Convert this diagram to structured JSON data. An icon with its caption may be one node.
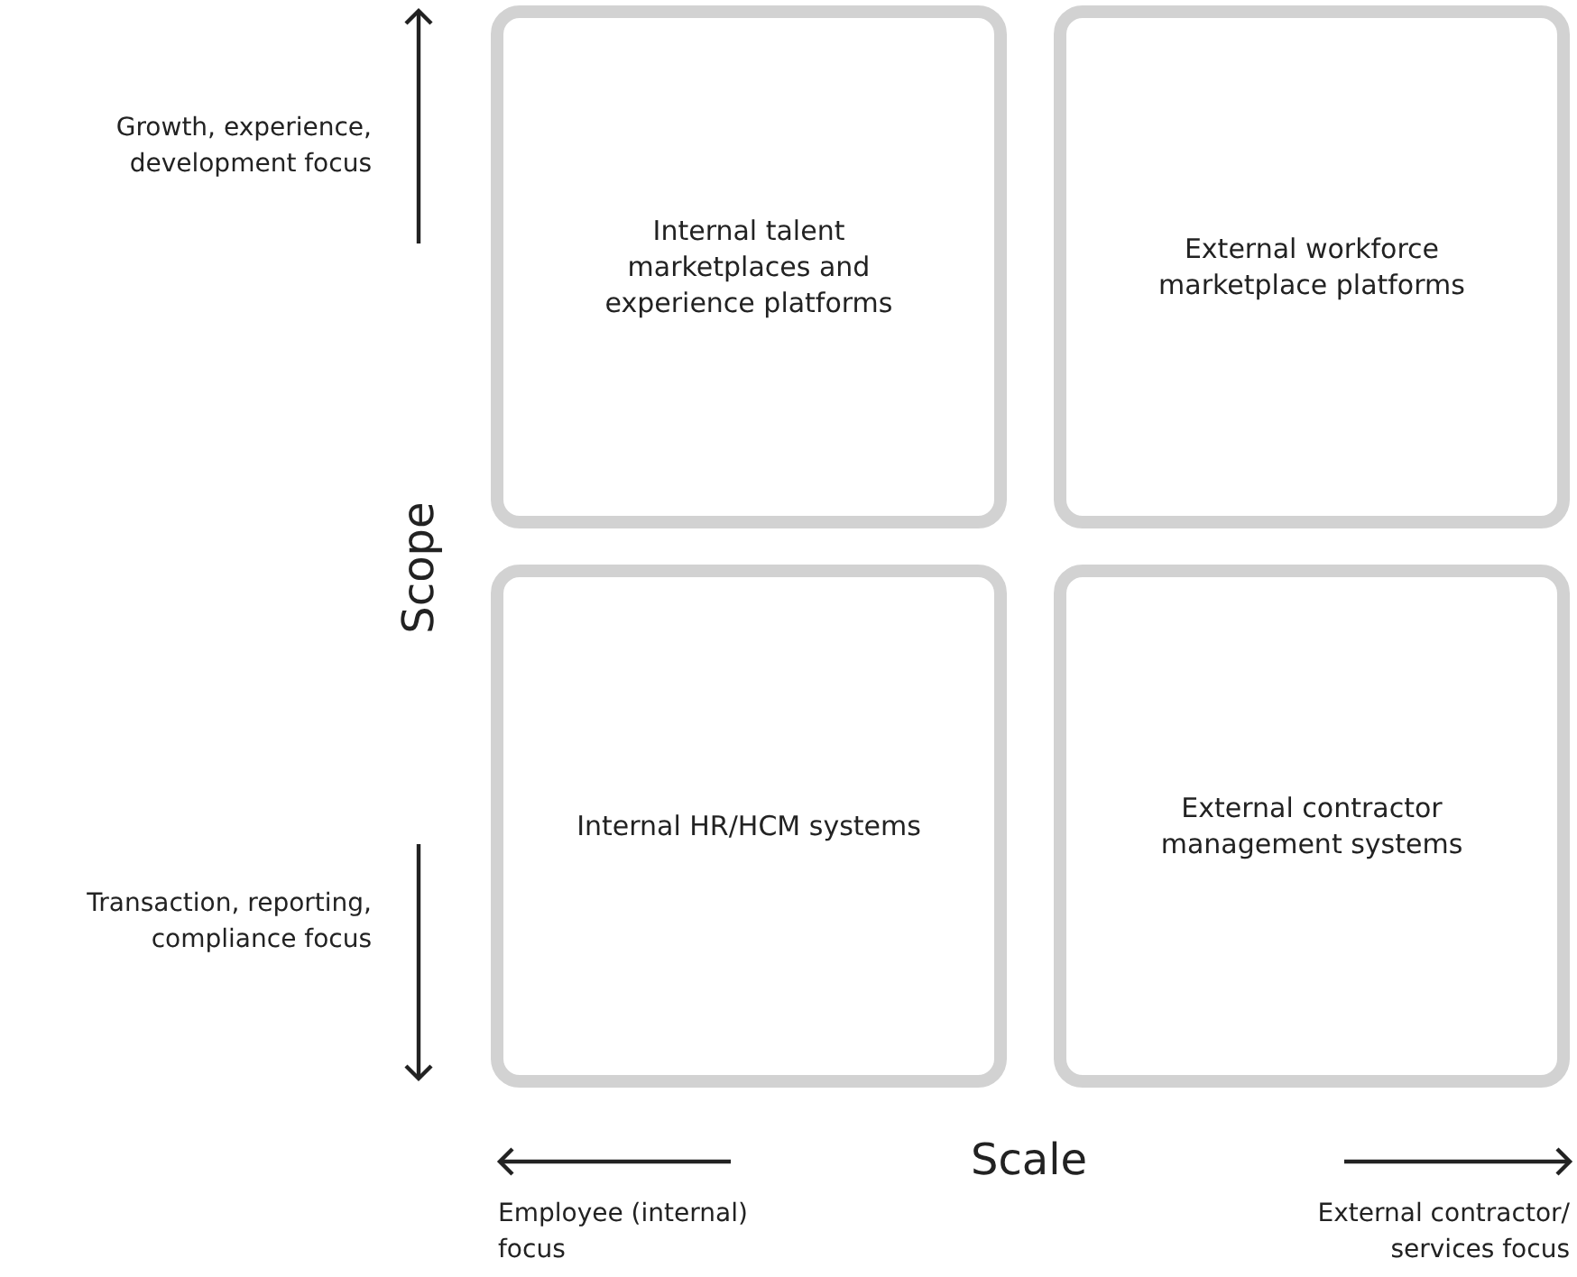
{
  "diagram": {
    "nodes": [
      {
        "text": [
          "Internal talent marketplaces and experience platforms"
        ]
      },
      {
        "text": [
          "External workforce marketplace platforms"
        ]
      },
      {
        "text": [
          "Internal HR/HCM systems"
        ]
      },
      {
        "text": [
          "External contractor management systems"
        ]
      }
    ],
    "labels": [
      "Growth, experience, development focus",
      "Scope",
      "Transaction, reporting, compliance focus",
      "Scale",
      "Employee (internal) focus",
      "External contractor/ services focus"
    ]
  }
}
